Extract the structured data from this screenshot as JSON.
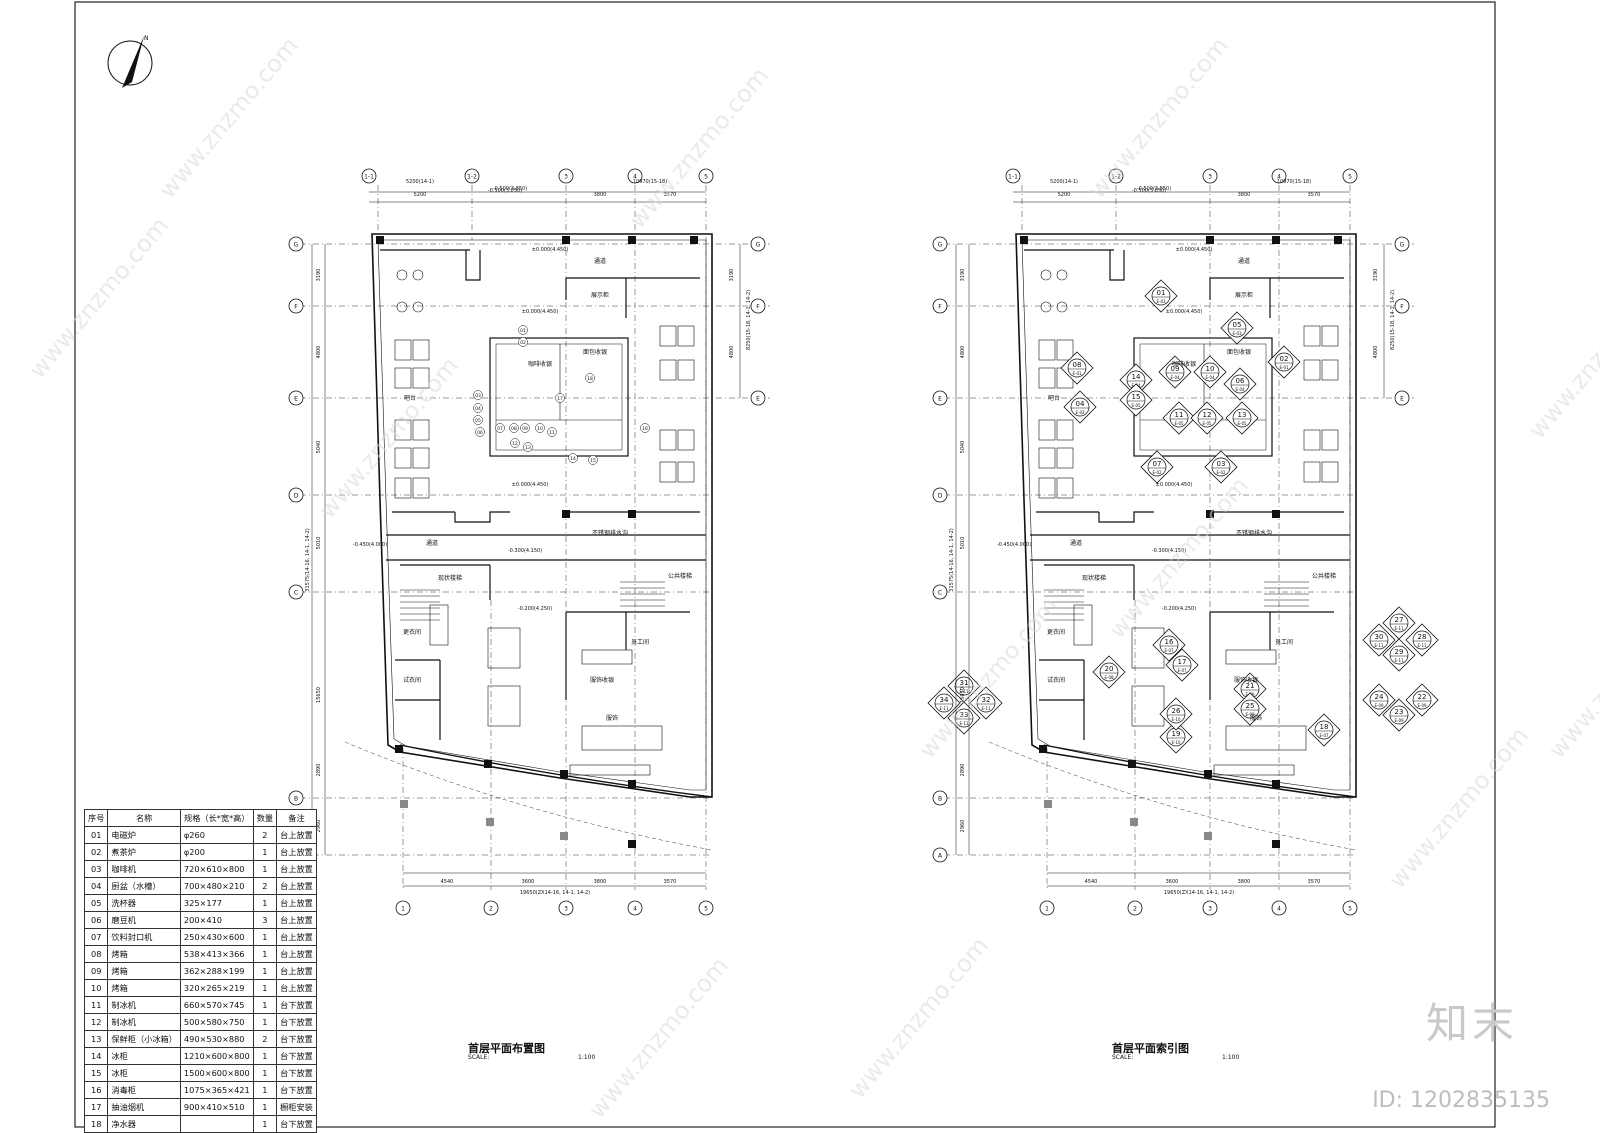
{
  "left_plan": {
    "title": "首层平面布置图",
    "scale_label": "SCALE:",
    "scale_value": "1:100",
    "room_labels": [
      "通道",
      "展示柜",
      "咖啡收银",
      "面包收银",
      "吧台",
      "通道",
      "服饰收银",
      "员工间",
      "试衣间",
      "服饰",
      "更衣间",
      "现状楼梯",
      "公共楼梯",
      "不锈钢排水沟"
    ],
    "elevations": [
      "±0.000(4.450)",
      "±0.000(4.450)",
      "±0.000(4.450)",
      "-0.300(4.150)",
      "-0.200(4.250)",
      "-0.450(4.000)",
      "-0.500(3.850)"
    ],
    "equipment_markers": [
      "01",
      "02",
      "03",
      "04",
      "05",
      "06",
      "07",
      "08",
      "09",
      "10",
      "11",
      "12",
      "13",
      "14",
      "15",
      "16",
      "17",
      "18"
    ]
  },
  "right_plan": {
    "title": "首层平面索引图",
    "scale_label": "SCALE:",
    "scale_value": "1:100",
    "room_labels": [
      "通道",
      "展示柜",
      "咖啡收银",
      "面包收银",
      "吧台",
      "通道",
      "服饰收银",
      "员工间",
      "试衣间",
      "服饰",
      "更衣间",
      "现状楼梯",
      "公共楼梯",
      "不锈钢排水沟"
    ],
    "index_markers": [
      {
        "num": "01",
        "sheet": "E-03"
      },
      {
        "num": "02",
        "sheet": "E-01"
      },
      {
        "num": "03",
        "sheet": "E-02"
      },
      {
        "num": "04",
        "sheet": "E-02"
      },
      {
        "num": "05",
        "sheet": "E-03"
      },
      {
        "num": "06",
        "sheet": "E-04"
      },
      {
        "num": "07",
        "sheet": "E-02"
      },
      {
        "num": "08",
        "sheet": "E-01"
      },
      {
        "num": "09",
        "sheet": "E-04"
      },
      {
        "num": "10",
        "sheet": "E-04"
      },
      {
        "num": "11",
        "sheet": "E-05"
      },
      {
        "num": "12",
        "sheet": "E-05"
      },
      {
        "num": "13",
        "sheet": "E-05"
      },
      {
        "num": "14",
        "sheet": "E-04"
      },
      {
        "num": "15",
        "sheet": "E-05"
      },
      {
        "num": "16",
        "sheet": "E-07"
      },
      {
        "num": "17",
        "sheet": "E-07"
      },
      {
        "num": "18",
        "sheet": "E-07"
      },
      {
        "num": "19",
        "sheet": "E-10"
      },
      {
        "num": "20",
        "sheet": "E-08"
      },
      {
        "num": "21",
        "sheet": "E-09"
      },
      {
        "num": "22",
        "sheet": "E-09"
      },
      {
        "num": "23",
        "sheet": "E-09"
      },
      {
        "num": "24",
        "sheet": "E-09"
      },
      {
        "num": "25",
        "sheet": "E-09"
      },
      {
        "num": "26",
        "sheet": "E-10"
      },
      {
        "num": "27",
        "sheet": "E-11"
      },
      {
        "num": "28",
        "sheet": "E-11"
      },
      {
        "num": "29",
        "sheet": "E-11"
      },
      {
        "num": "30",
        "sheet": "E-11"
      },
      {
        "num": "31",
        "sheet": "E-11"
      },
      {
        "num": "32",
        "sheet": "E-11"
      },
      {
        "num": "33",
        "sheet": "E-11"
      },
      {
        "num": "34",
        "sheet": "E-11"
      }
    ]
  },
  "axes": {
    "columns": [
      "1-1",
      "1-2",
      "3",
      "4",
      "5"
    ],
    "columns_bottom": [
      "1",
      "2",
      "3",
      "4",
      "5"
    ],
    "rows": [
      "G",
      "F",
      "E",
      "D",
      "C",
      "B",
      "A"
    ],
    "top_dims": [
      "5200(14-1)",
      "5200",
      "-0.500(3.850)",
      "3800",
      "10970(15-18)",
      "3570"
    ],
    "bottom_dims": [
      "4540",
      "3600",
      "3800",
      "3570",
      "19650(ZX14-16, 14-1, 14-2)"
    ],
    "left_dims": [
      "3190",
      "4800",
      "5040",
      "5010",
      "15650",
      "2890",
      "2960"
    ],
    "left_total": "31575(14-16, 14-1, 14-2)",
    "right_dims": [
      "3190",
      "4800"
    ],
    "right_total": "8250(15-18, 14-1, 14-2)"
  },
  "equipment_table": {
    "headers": [
      "序号",
      "名称",
      "规格（长*宽*高）",
      "数量",
      "备注"
    ],
    "rows": [
      [
        "01",
        "电磁炉",
        "φ260",
        "2",
        "台上放置"
      ],
      [
        "02",
        "煮茶炉",
        "φ200",
        "1",
        "台上放置"
      ],
      [
        "03",
        "咖啡机",
        "720×610×800",
        "1",
        "台上放置"
      ],
      [
        "04",
        "厨盆（水槽）",
        "700×480×210",
        "2",
        "台上放置"
      ],
      [
        "05",
        "洗杯器",
        "325×177",
        "1",
        "台上放置"
      ],
      [
        "06",
        "磨豆机",
        "200×410",
        "3",
        "台上放置"
      ],
      [
        "07",
        "饮料封口机",
        "250×430×600",
        "1",
        "台上放置"
      ],
      [
        "08",
        "烤箱",
        "538×413×366",
        "1",
        "台上放置"
      ],
      [
        "09",
        "烤箱",
        "362×288×199",
        "1",
        "台上放置"
      ],
      [
        "10",
        "烤箱",
        "320×265×219",
        "1",
        "台上放置"
      ],
      [
        "11",
        "制冰机",
        "660×570×745",
        "1",
        "台下放置"
      ],
      [
        "12",
        "制冰机",
        "500×580×750",
        "1",
        "台下放置"
      ],
      [
        "13",
        "保鲜柜（小冰箱）",
        "490×530×880",
        "2",
        "台下放置"
      ],
      [
        "14",
        "冰柜",
        "1210×600×800",
        "1",
        "台下放置"
      ],
      [
        "15",
        "冰柜",
        "1500×600×800",
        "1",
        "台下放置"
      ],
      [
        "16",
        "消毒柜",
        "1075×365×421",
        "1",
        "台下放置"
      ],
      [
        "17",
        "抽油烟机",
        "900×410×510",
        "1",
        "橱柜安装"
      ],
      [
        "18",
        "净水器",
        "",
        "1",
        "台下放置"
      ]
    ]
  },
  "watermark": {
    "brand": "知末",
    "id": "ID: 1202835135",
    "site": "www.znzmo.com"
  },
  "north_label": "N"
}
